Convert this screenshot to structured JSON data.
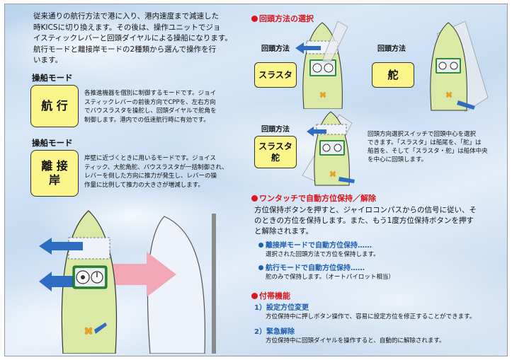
{
  "intro": {
    "lines": [
      "従来通りの航行方法で港に入り、港内速度まで減速した",
      "時KICSに切り換えます。その後は、操作ユニットでジョ",
      "イスティックレバーと回頭ダイヤルによる操船になります。",
      "航行モードと離接岸モードの2種類から選んで操作を行",
      "います。"
    ]
  },
  "mode1": {
    "title": "操船モード",
    "box": "航 行",
    "desc": [
      "各推進機器を個別に制御するモードです。ジョイ",
      "スティックレバーの前後方向でCPPを、左右方向",
      "でバウスラスタを操舵し、回頭ダイヤルで舵角を",
      "制御します。港内での低速航行時に有効です。"
    ]
  },
  "mode2": {
    "title": "操船モード",
    "box_line1": "離 接",
    "box_line2": "岸",
    "desc": [
      "岸壁に近づくときに用いるモードです。ジョイス",
      "ティック、大舵角舵、バウスラスタが一括制御され、",
      "レバーを倒した方向に推力が発生し、レバーの操",
      "作量に比例して推力の大きさが増減します。"
    ]
  },
  "turning": {
    "heading": "回頭方法の選択",
    "label": "回頭方法",
    "opt_thruster": "スラスタ",
    "opt_rudder": "舵",
    "opt_both_line1": "スラスタ",
    "opt_both_line2": "舵",
    "caption": [
      "回頭方向選択スイッチで回頭中心を選択",
      "できます。「スラスタ」は船尾を、「舵」は",
      "船首を、そして「スラスタ・舵」は船体中央",
      "を中心に回頭します。"
    ]
  },
  "onetouch": {
    "heading": "ワンタッチで自動方位保持／解除",
    "body": [
      "方位保持ボタンを押すと、ジャイロコンパスからの信号に従い、そ",
      "のときの方位を保持します。また、もう1度方位保持ボタンを押す",
      "と解除されます。"
    ],
    "sub1_head": "離接岸モードで自動方位保持……",
    "sub1_text": "選択された回頭方法で方位を保持します。",
    "sub2_head": "航行モードで自動方位保持……",
    "sub2_text": "舵のみで保持します。（オートパイロット相当）"
  },
  "extra": {
    "heading": "付帯機能",
    "item1_head": "1）設定方位変更",
    "item1_text": "方位保持中に押しボタン操作で、容易に設定方位を修正することができます。",
    "item2_head": "2）緊急解除",
    "item2_text": "方位保持中に回頭ダイヤルを操作すると、自動的に解除されます。"
  },
  "colors": {
    "accent_red": "#d9161b",
    "accent_blue": "#1d5fb0",
    "mode_yellow": "#fcf58b",
    "hull_green": "#dbe9a6",
    "arrow_blue": "#2e6cc2",
    "arrow_pink": "#f2a7b7"
  }
}
